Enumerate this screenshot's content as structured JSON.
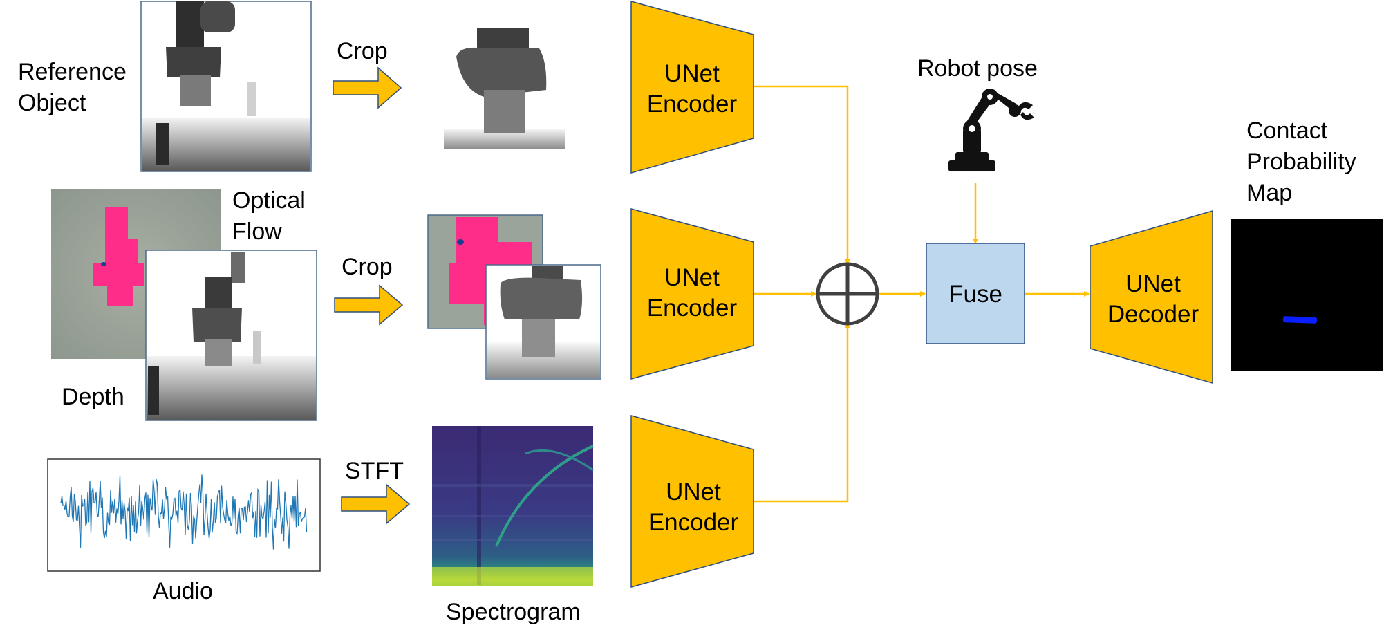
{
  "labels": {
    "reference_object": [
      "Reference",
      "Object"
    ],
    "optical_flow": [
      "Optical",
      "Flow"
    ],
    "depth": "Depth",
    "audio": "Audio",
    "crop_top": "Crop",
    "crop_middle": "Crop",
    "stft": "STFT",
    "spectrogram": "Spectrogram",
    "robot_pose": "Robot pose",
    "contact_map": [
      "Contact",
      "Probability",
      "Map"
    ]
  },
  "blocks": {
    "encoder_top": [
      "UNet",
      "Encoder"
    ],
    "encoder_middle": [
      "UNet",
      "Encoder"
    ],
    "encoder_bottom": [
      "UNet",
      "Encoder"
    ],
    "fuse": "Fuse",
    "decoder": [
      "UNet",
      "Decoder"
    ]
  },
  "colors": {
    "block_fill": "#FFC000",
    "block_stroke": "#2F4F7F",
    "fuse_fill": "#BDD7EE",
    "connector": "#FFC000",
    "sum_symbol": "#404040",
    "optical_flow_pink": "#FF2D8A",
    "audio_wave": "#1F77B4",
    "contact_mark": "#0A1EFF"
  },
  "icons": [
    "robot-arm-icon",
    "sum-icon"
  ]
}
